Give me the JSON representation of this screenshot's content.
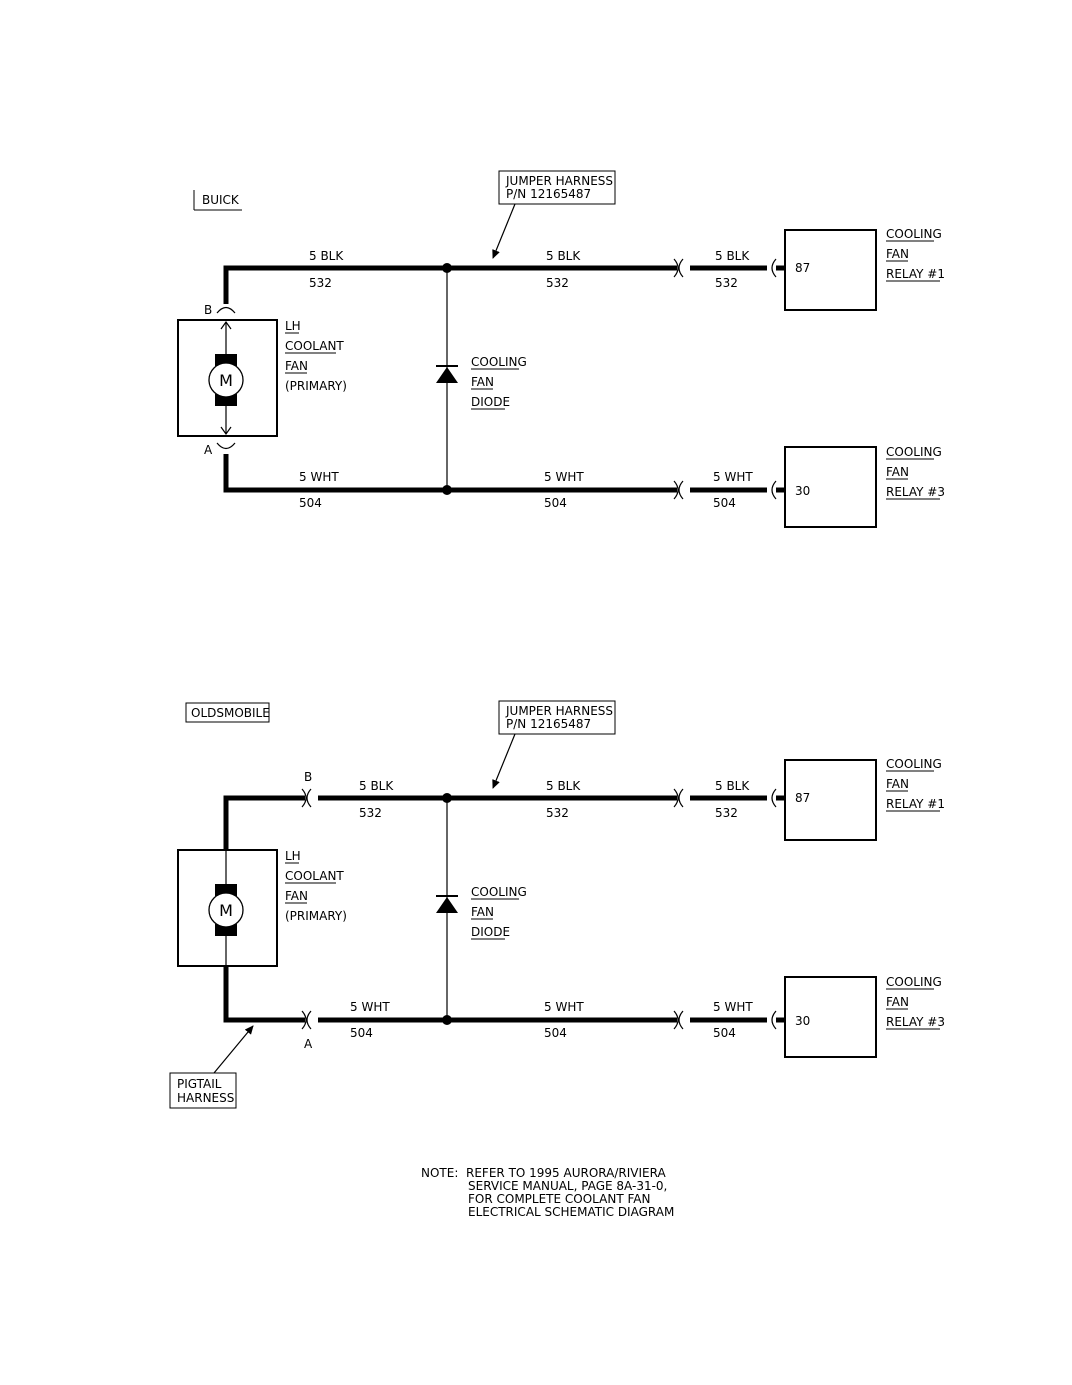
{
  "buick": {
    "label": "BUICK",
    "jumper": {
      "line1": "JUMPER HARNESS",
      "line2": "P/N 12165487"
    },
    "motor": {
      "symbol": "M",
      "name1": "LH",
      "name2": "COOLANT",
      "name3": "FAN",
      "name4": "(PRIMARY)",
      "pin_b": "B",
      "pin_a": "A"
    },
    "diode": {
      "line1": "COOLING",
      "line2": "FAN",
      "line3": "DIODE"
    },
    "top_wire": {
      "seg1_color": "5 BLK",
      "seg1_circuit": "532",
      "seg2_color": "5 BLK",
      "seg2_circuit": "532",
      "seg3_color": "5 BLK",
      "seg3_circuit": "532"
    },
    "bottom_wire": {
      "seg1_color": "5 WHT",
      "seg1_circuit": "504",
      "seg2_color": "5 WHT",
      "seg2_circuit": "504",
      "seg3_color": "5 WHT",
      "seg3_circuit": "504"
    },
    "relay1": {
      "pin": "87",
      "line1": "COOLING",
      "line2": "FAN",
      "line3": "RELAY #1"
    },
    "relay3": {
      "pin": "30",
      "line1": "COOLING",
      "line2": "FAN",
      "line3": "RELAY #3"
    }
  },
  "oldsmobile": {
    "label": "OLDSMOBILE",
    "jumper": {
      "line1": "JUMPER HARNESS",
      "line2": "P/N 12165487"
    },
    "pigtail": {
      "line1": "PIGTAIL",
      "line2": "HARNESS"
    },
    "motor": {
      "symbol": "M",
      "name1": "LH",
      "name2": "COOLANT",
      "name3": "FAN",
      "name4": "(PRIMARY)",
      "pin_b": "B",
      "pin_a": "A"
    },
    "diode": {
      "line1": "COOLING",
      "line2": "FAN",
      "line3": "DIODE"
    },
    "top_wire": {
      "seg1_color": "5 BLK",
      "seg1_circuit": "532",
      "seg2_color": "5 BLK",
      "seg2_circuit": "532",
      "seg3_color": "5 BLK",
      "seg3_circuit": "532"
    },
    "bottom_wire": {
      "seg1_color": "5 WHT",
      "seg1_circuit": "504",
      "seg2_color": "5 WHT",
      "seg2_circuit": "504",
      "seg3_color": "5 WHT",
      "seg3_circuit": "504"
    },
    "relay1": {
      "pin": "87",
      "line1": "COOLING",
      "line2": "FAN",
      "line3": "RELAY #1"
    },
    "relay3": {
      "pin": "30",
      "line1": "COOLING",
      "line2": "FAN",
      "line3": "RELAY #3"
    }
  },
  "note": {
    "line1": "NOTE:  REFER TO 1995 AURORA/RIVIERA",
    "line2": "SERVICE MANUAL, PAGE 8A-31-0,",
    "line3": "FOR COMPLETE COOLANT FAN",
    "line4": "ELECTRICAL SCHEMATIC DIAGRAM"
  }
}
